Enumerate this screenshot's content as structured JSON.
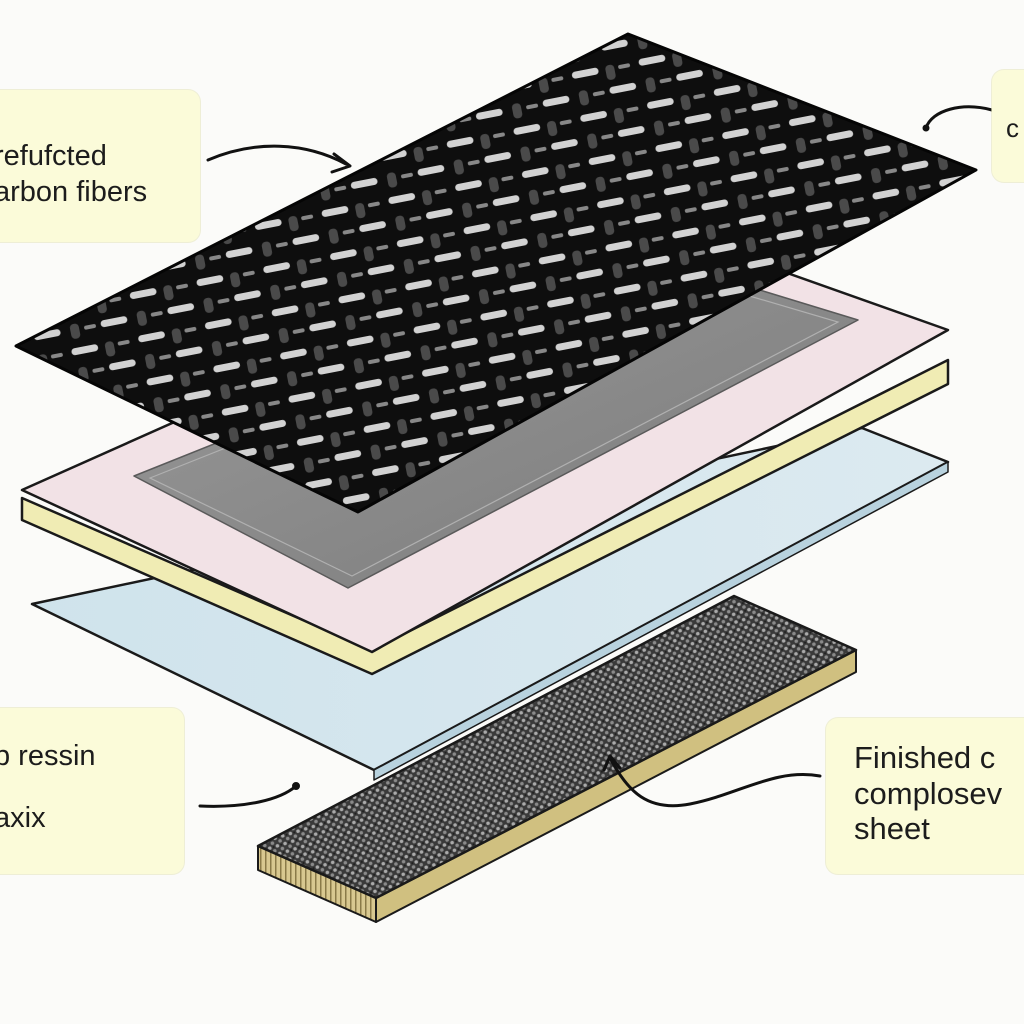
{
  "labels": {
    "fibers": {
      "line1": "refufcted",
      "line2": "arbon fibers"
    },
    "top_right": {
      "line1": "c"
    },
    "resin": {
      "line1": "p ressin",
      "line2": "axix"
    },
    "finished": {
      "line1": "Finished c",
      "line2": "complosev",
      "line3": "sheet"
    }
  },
  "colors": {
    "label_background": "#fbfbd9",
    "carbon_weave": "#0e0e0e",
    "weave_highlight": "#d2d2d2",
    "pink_layer": "#f2e2e6",
    "yellow_edge": "#f0ecb4",
    "blue_film": "#cfe3ec",
    "grey_resin": "#8f8f8f",
    "finished_sheet": "#555555",
    "sheet_edge": "#d8c890"
  },
  "icons": [
    "arrow-icon"
  ]
}
